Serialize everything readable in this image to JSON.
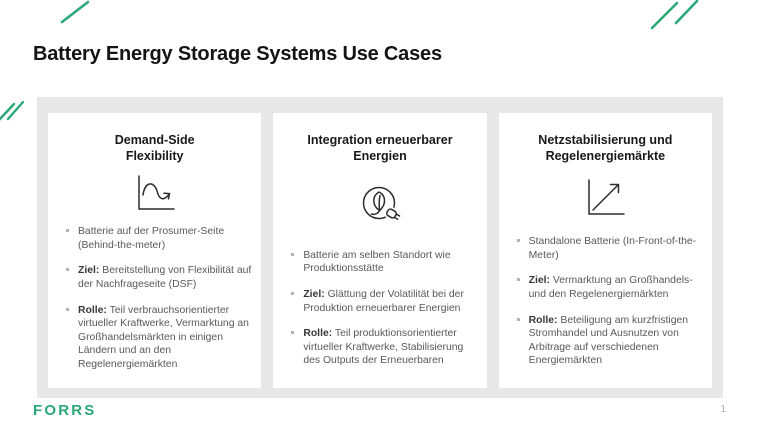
{
  "page": {
    "title": "Battery Energy Storage Systems Use Cases",
    "logo_text": "FORRS",
    "page_number": "1"
  },
  "colors": {
    "accent_green": "#2aa878",
    "panel_gray": "#e8e8e8",
    "heading_text": "#191919",
    "body_text": "#595959"
  },
  "icons": {
    "column_1": "wave-chart-icon",
    "column_2": "eco-plug-icon",
    "column_3": "growth-arrow-icon"
  },
  "columns": [
    {
      "title_line1": "Demand-Side",
      "title_line2": "Flexibility",
      "bullets": [
        {
          "bold": "",
          "text": "Batterie auf der Prosumer-Seite (Behind-the-meter)"
        },
        {
          "bold": "Ziel:",
          "text": " Bereitstellung von Flexibilität auf der Nachfrageseite (DSF)"
        },
        {
          "bold": "Rolle:",
          "text": " Teil verbrauchsorientierter virtueller Kraftwerke, Vermarktung an Großhandelsmärkten in einigen Ländern und an den Regelenergiemärkten"
        }
      ]
    },
    {
      "title_line1": "Integration erneuerbarer",
      "title_line2": "Energien",
      "bullets": [
        {
          "bold": "",
          "text": "Batterie am selben Standort wie Produktionsstätte"
        },
        {
          "bold": "Ziel:",
          "text": " Glättung der Volatilität bei der Produktion erneuerbarer Energien"
        },
        {
          "bold": "Rolle:",
          "text": " Teil produktionsorientierter virtueller Kraftwerke, Stabilisierung des Outputs der Erneuerbaren"
        }
      ]
    },
    {
      "title_line1": "Netzstabilisierung und",
      "title_line2": "Regelenergiemärkte",
      "bullets": [
        {
          "bold": "",
          "text": "Standalone Batterie (In-Front-of-the-Meter)"
        },
        {
          "bold": "Ziel:",
          "text": " Vermarktung an Großhandels- und den Regelenergiemärkten"
        },
        {
          "bold": "Rolle:",
          "text": " Beteiligung am kurzfristigen Stromhandel und Ausnutzen von Arbitrage auf verschiedenen Energiemärkten"
        }
      ]
    }
  ]
}
